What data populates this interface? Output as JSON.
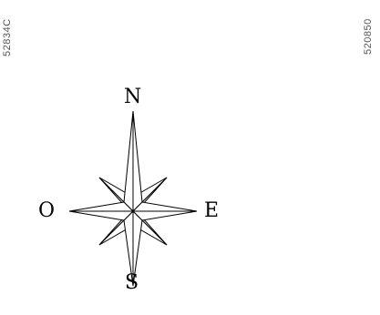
{
  "codes": {
    "left": "52834C",
    "right": "520850"
  },
  "compass": {
    "north": "N",
    "south": "S",
    "west": "O",
    "east": "E"
  }
}
